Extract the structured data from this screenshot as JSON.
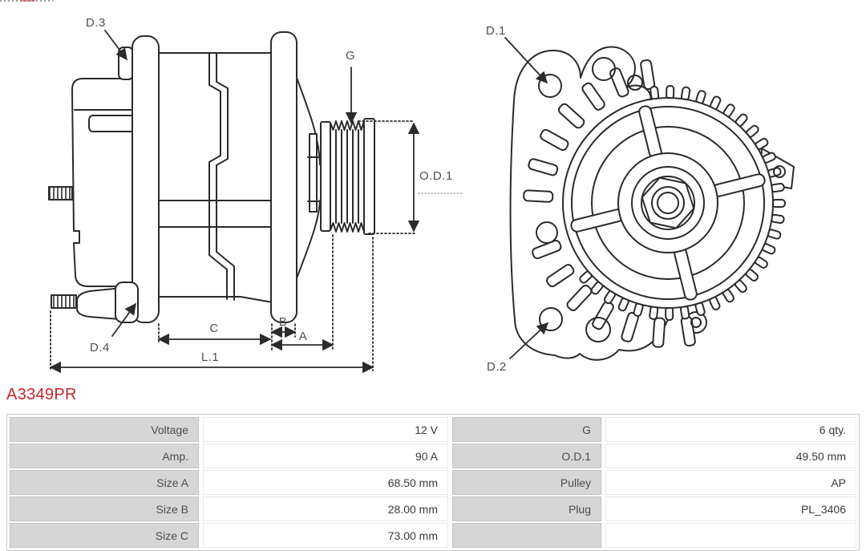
{
  "part_number": "A3349PR",
  "colors": {
    "accent_red": "#c9252c",
    "drawing_line": "#2b2b2b",
    "label_cell_bg": "#d6d6d6",
    "label_text": "#4d4d4d",
    "value_text": "#3a3a3a"
  },
  "side_view": {
    "labels": {
      "d3": "D.3",
      "d4": "D.4",
      "g": "G",
      "od1": "O.D.1",
      "size_a": "A",
      "size_b": "B",
      "size_c": "C",
      "l1": "L.1"
    }
  },
  "front_view": {
    "labels": {
      "d1": "D.1",
      "d2": "D.2"
    }
  },
  "spec_table": {
    "rows": [
      {
        "label1": "Voltage",
        "value1": "12 V",
        "label2": "G",
        "value2": "6 qty."
      },
      {
        "label1": "Amp.",
        "value1": "90 A",
        "label2": "O.D.1",
        "value2": "49.50 mm"
      },
      {
        "label1": "Size A",
        "value1": "68.50 mm",
        "label2": "Pulley",
        "value2": "AP"
      },
      {
        "label1": "Size B",
        "value1": "28.00 mm",
        "label2": "Plug",
        "value2": "PL_3406"
      },
      {
        "label1": "Size C",
        "value1": "73.00 mm",
        "label2": "",
        "value2": ""
      }
    ]
  }
}
